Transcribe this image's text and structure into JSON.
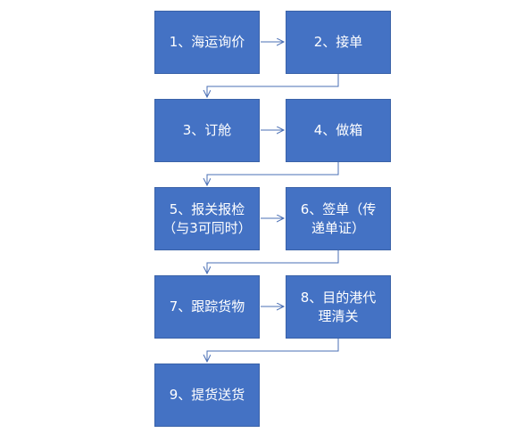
{
  "colors": {
    "box_fill": "#4472c4",
    "box_border": "#3a62a8",
    "box_text": "#ffffff",
    "connector": "#4a6fb5",
    "background": "#ffffff"
  },
  "steps": [
    {
      "label": "1、海运询价"
    },
    {
      "label": "2、接单"
    },
    {
      "label": "3、订舱"
    },
    {
      "label": "4、做箱"
    },
    {
      "label": "5、报关报检\n（与3可同时）"
    },
    {
      "label": "6、签单（传\n递单证）"
    },
    {
      "label": "7、跟踪货物"
    },
    {
      "label": "8、目的港代\n理清关"
    },
    {
      "label": "9、提货送货"
    }
  ]
}
